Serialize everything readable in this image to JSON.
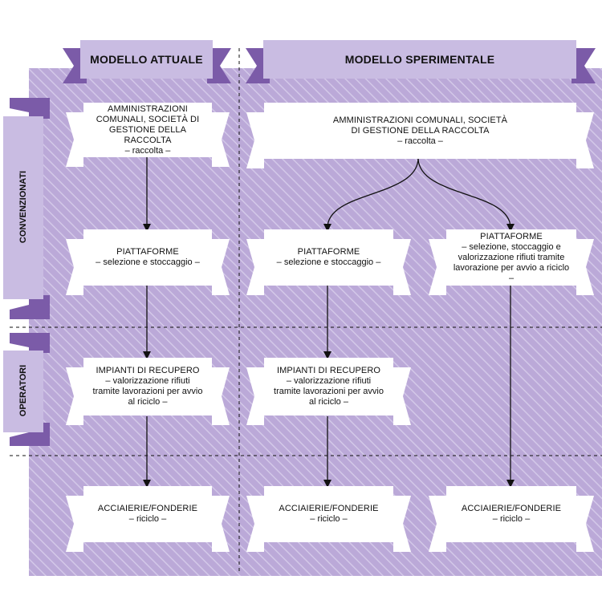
{
  "columns": {
    "current": "MODELLO ATTUALE",
    "experimental": "MODELLO SPERIMENTALE"
  },
  "rows": {
    "convenzionati": "CONVENZIONATI",
    "operatori": "OPERATORI"
  },
  "boxes": {
    "admin_current": {
      "title": "AMMINISTRAZIONI COMUNALI, SOCIETÀ DI GESTIONE DELLA RACCOLTA",
      "subtitle": "– raccolta –"
    },
    "admin_exp": {
      "title": "AMMINISTRAZIONI COMUNALI, SOCIETÀ DI GESTIONE DELLA RACCOLTA",
      "subtitle": "– raccolta –"
    },
    "piattaforme_current": {
      "title": "PIATTAFORME",
      "subtitle": "– selezione e stoccaggio –"
    },
    "piattaforme_exp1": {
      "title": "PIATTAFORME",
      "subtitle": "– selezione e stoccaggio –"
    },
    "piattaforme_exp2": {
      "title": "PIATTAFORME",
      "subtitle": "– selezione, stoccaggio e valorizzazione rifiuti tramite lavorazione per avvio a riciclo –"
    },
    "impianti_current": {
      "title": "IMPIANTI DI RECUPERO",
      "subtitle": "– valorizzazione rifiuti tramite lavorazioni per avvio al riciclo –"
    },
    "impianti_exp": {
      "title": "IMPIANTI DI RECUPERO",
      "subtitle": "– valorizzazione rifiuti tramite lavorazioni per avvio al riciclo –"
    },
    "acciaierie_current": {
      "title": "ACCIAIERIE/FONDERIE",
      "subtitle": "– riciclo –"
    },
    "acciaierie_exp1": {
      "title": "ACCIAIERIE/FONDERIE",
      "subtitle": "– riciclo –"
    },
    "acciaierie_exp2": {
      "title": "ACCIAIERIE/FONDERIE",
      "subtitle": "– riciclo –"
    }
  },
  "colors": {
    "lavender": "#b8a6d6",
    "lavender_light": "#c9bce2",
    "purple_dark": "#7b5ba8",
    "stripe": "#d6cce9"
  }
}
